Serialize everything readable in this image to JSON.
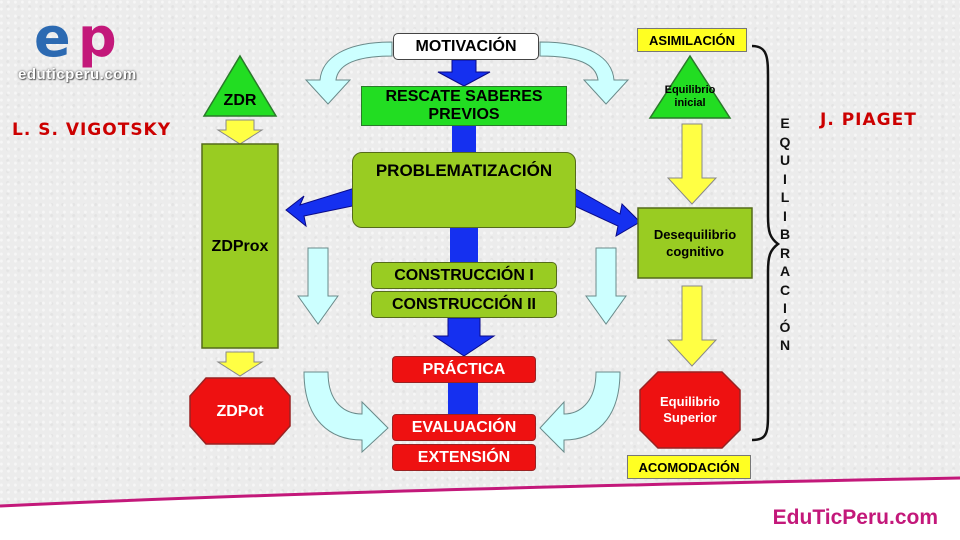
{
  "brand": {
    "logo_e": "e",
    "logo_p": "p",
    "logo_text": "eduticperu.com",
    "footer": "EduTicPeru.com",
    "colors": {
      "magenta": "#c3187a",
      "blue": "#2c6ab2"
    }
  },
  "sides": {
    "left_author": "L. S. VIGOTSKY",
    "right_author": "J. PIAGET"
  },
  "center": {
    "motivacion": "MOTIVACIÓN",
    "rescate_1": "RESCATE SABERES",
    "rescate_2": "PREVIOS",
    "problematizacion": "PROBLEMATIZACIÓN",
    "construccion_1": "CONSTRUCCIÓN I",
    "construccion_2": "CONSTRUCCIÓN II",
    "practica": "PRÁCTICA",
    "evaluacion": "EVALUACIÓN",
    "extension": "EXTENSIÓN"
  },
  "vigotsky": {
    "zdr": "ZDR",
    "zdprox": "ZDProx",
    "zdpot": "ZDPot"
  },
  "piaget": {
    "asimilacion": "ASIMILACIÓN",
    "equilibrio_inicial_1": "Equilibrio",
    "equilibrio_inicial_2": "inicial",
    "desequilibrio_1": "Desequilibrio",
    "desequilibrio_2": "cognitivo",
    "equilibrio_superior_1": "Equilibrio",
    "equilibrio_superior_2": "Superior",
    "acomodacion": "ACOMODACIÓN",
    "equilibracion_letters": [
      "E",
      "Q",
      "U",
      "I",
      "L",
      "I",
      "B",
      "R",
      "A",
      "C",
      "I",
      "Ó",
      "N"
    ]
  }
}
